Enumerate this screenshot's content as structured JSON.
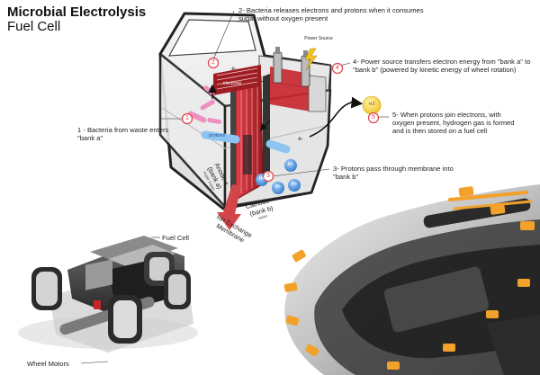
{
  "header": {
    "title": "Microbial Electrolysis",
    "subtitle": "Fuel Cell"
  },
  "annotations": {
    "step1": "1 - Bacteria from waste enters \"bank a\"",
    "step2": "2- Bacteria releases electrons and protons when it consumes sugar without oxygen present",
    "step3": "3- Protons pass through membrane into \"bank b\"",
    "step4": "4- Power source transfers electron energy from \"bank a\" to \"bank b\" (powered by kinetic energy of wheel rotation)",
    "step5": "5- When protons join electrons, with oxygen present, hydrogen gas is formed and is then stored on a fuel cell"
  },
  "markers": [
    "1",
    "2",
    "3",
    "4",
    "5"
  ],
  "labels": {
    "electrons": "electrons",
    "protons": "protons",
    "electron": "e-",
    "proton": "H+",
    "hydrogen": "H2",
    "power_source": "Power Source",
    "anode_line1": "Anode +",
    "anode_line2": "(bank a)",
    "anode_sub": "sugar water",
    "cathode_line1": "Cathode -",
    "cathode_line2": "(bank b)",
    "cathode_sub": "water",
    "membrane_line1": "Ion Exchange",
    "membrane_line2": "Membrane",
    "fuel_cell": "Fuel Cell",
    "wheel_motors": "Wheel Motors"
  },
  "colors": {
    "marker": "#e0404a",
    "membrane_red": "#c8242b",
    "proton_blue": "#3a86d0",
    "bacteria_pink": "#ef8fc2",
    "accent_orange": "#f2a12a",
    "hydrogen_yellow": "#f7d44a"
  }
}
